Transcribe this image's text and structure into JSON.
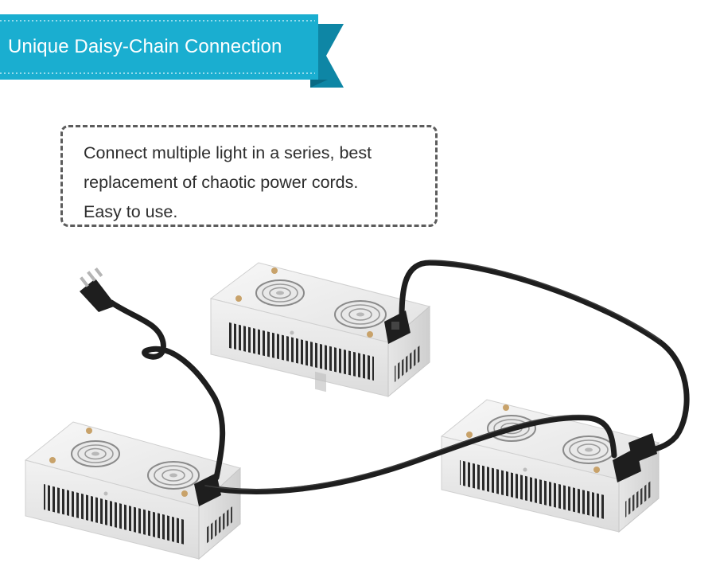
{
  "banner": {
    "title": "Unique Daisy-Chain Connection",
    "color": "#1aaed0",
    "fold_color": "#0e86a5"
  },
  "callout": {
    "lines": [
      "Connect multiple light in a series, best",
      "replacement of chaotic power cords.",
      "Easy to use."
    ]
  },
  "illustration": {
    "subject": "three-led-grow-light-units-daisy-chained",
    "cable_color": "#1e1e1e",
    "housing_color": "#f1f1f1"
  }
}
